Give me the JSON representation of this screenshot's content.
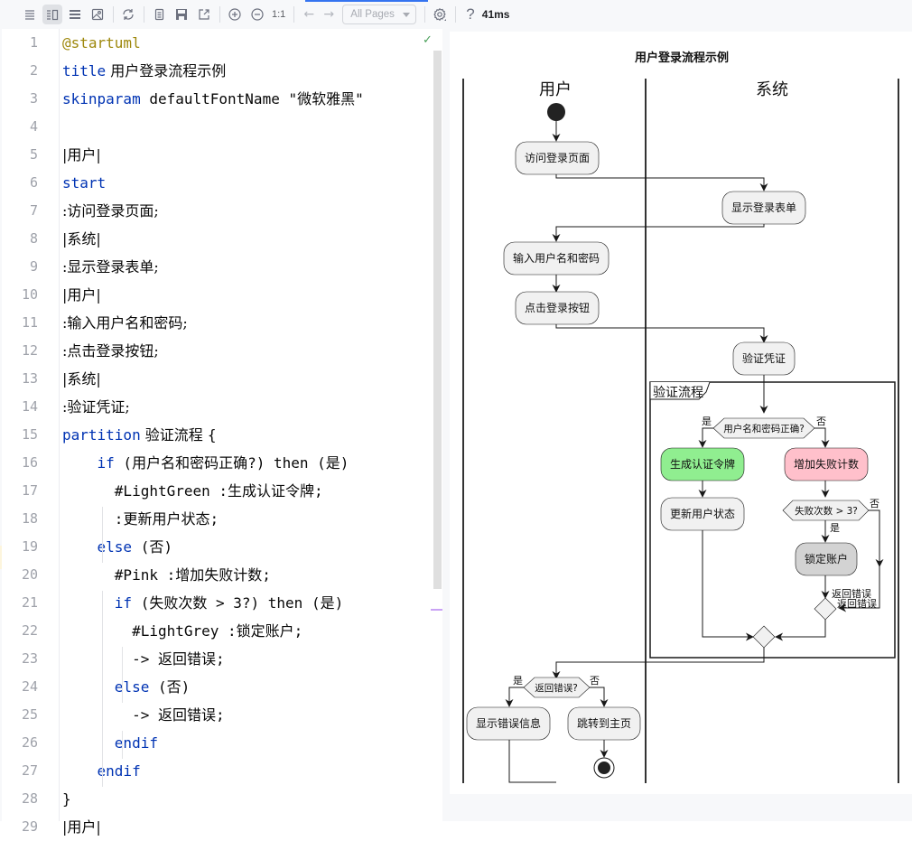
{
  "toolbar": {
    "buttons": [
      {
        "name": "menu-icon"
      },
      {
        "name": "split-view-icon"
      },
      {
        "name": "editor-only-icon"
      },
      {
        "name": "preview-image-icon"
      },
      {
        "name": "refresh-icon"
      },
      {
        "name": "copy-icon"
      },
      {
        "name": "save-icon"
      },
      {
        "name": "open-external-icon"
      },
      {
        "name": "zoom-in-icon"
      },
      {
        "name": "zoom-out-icon"
      }
    ],
    "actual_size_label": "1:1",
    "back_arrow": "←",
    "forward_arrow": "→",
    "pages_select": "All Pages",
    "help": "?",
    "timing": "41ms"
  },
  "editor": {
    "status": "✓",
    "lines": [
      {
        "n": "1",
        "code": [
          {
            "t": "@startuml",
            "c": "ann"
          }
        ]
      },
      {
        "n": "2",
        "code": [
          {
            "t": "title",
            "c": "kw"
          },
          {
            "t": " 用户登录流程示例",
            "c": "cjk"
          }
        ]
      },
      {
        "n": "3",
        "code": [
          {
            "t": "skinparam",
            "c": "kw"
          },
          {
            "t": " defaultFontName \""
          },
          {
            "t": "微软雅黑",
            "c": "cjk"
          },
          {
            "t": "\""
          }
        ]
      },
      {
        "n": "4",
        "code": []
      },
      {
        "n": "5",
        "code": [
          {
            "t": "|用户|",
            "c": "cjk"
          }
        ]
      },
      {
        "n": "6",
        "code": [
          {
            "t": "start",
            "c": "kw"
          }
        ]
      },
      {
        "n": "7",
        "code": [
          {
            "t": ":访问登录页面;",
            "c": "cjk"
          }
        ]
      },
      {
        "n": "8",
        "code": [
          {
            "t": "|系统|",
            "c": "cjk"
          }
        ]
      },
      {
        "n": "9",
        "code": [
          {
            "t": ":显示登录表单;",
            "c": "cjk"
          }
        ]
      },
      {
        "n": "10",
        "code": [
          {
            "t": "|用户|",
            "c": "cjk"
          }
        ]
      },
      {
        "n": "11",
        "code": [
          {
            "t": ":输入用户名和密码;",
            "c": "cjk"
          }
        ]
      },
      {
        "n": "12",
        "code": [
          {
            "t": ":点击登录按钮;",
            "c": "cjk"
          }
        ]
      },
      {
        "n": "13",
        "code": [
          {
            "t": "|系统|",
            "c": "cjk"
          }
        ]
      },
      {
        "n": "14",
        "code": [
          {
            "t": ":验证凭证;",
            "c": "cjk"
          }
        ]
      },
      {
        "n": "15",
        "code": [
          {
            "t": "partition",
            "c": "kw"
          },
          {
            "t": " 验证流程 ",
            "c": "cjk"
          },
          {
            "t": "{"
          }
        ]
      },
      {
        "n": "16",
        "code": [
          {
            "t": "    "
          },
          {
            "t": "if",
            "c": "kw"
          },
          {
            "t": " ("
          },
          {
            "t": "用户名和密码正确",
            "c": "cjk"
          },
          {
            "t": "?) then ("
          },
          {
            "t": "是",
            "c": "cjk"
          },
          {
            "t": ")"
          }
        ]
      },
      {
        "n": "17",
        "code": [
          {
            "t": "      #LightGreen :"
          },
          {
            "t": "生成认证令牌",
            "c": "cjk"
          },
          {
            "t": ";"
          }
        ]
      },
      {
        "n": "18",
        "code": [
          {
            "t": "      :"
          },
          {
            "t": "更新用户状态",
            "c": "cjk"
          },
          {
            "t": ";"
          }
        ]
      },
      {
        "n": "19",
        "code": [
          {
            "t": "    "
          },
          {
            "t": "else",
            "c": "kw"
          },
          {
            "t": " ("
          },
          {
            "t": "否",
            "c": "cjk"
          },
          {
            "t": ")"
          }
        ]
      },
      {
        "n": "20",
        "code": [
          {
            "t": "      #Pink :"
          },
          {
            "t": "增加失败计数",
            "c": "cjk"
          },
          {
            "t": ";"
          }
        ]
      },
      {
        "n": "21",
        "code": [
          {
            "t": "      "
          },
          {
            "t": "if",
            "c": "kw"
          },
          {
            "t": " ("
          },
          {
            "t": "失败次数",
            "c": "cjk"
          },
          {
            "t": " > 3?) then ("
          },
          {
            "t": "是",
            "c": "cjk"
          },
          {
            "t": ")"
          }
        ]
      },
      {
        "n": "22",
        "code": [
          {
            "t": "        #LightGrey :"
          },
          {
            "t": "锁定账户",
            "c": "cjk"
          },
          {
            "t": ";"
          }
        ]
      },
      {
        "n": "23",
        "code": [
          {
            "t": "        -> "
          },
          {
            "t": "返回错误",
            "c": "cjk"
          },
          {
            "t": ";"
          }
        ]
      },
      {
        "n": "24",
        "code": [
          {
            "t": "      "
          },
          {
            "t": "else",
            "c": "kw"
          },
          {
            "t": " ("
          },
          {
            "t": "否",
            "c": "cjk"
          },
          {
            "t": ")"
          }
        ]
      },
      {
        "n": "25",
        "code": [
          {
            "t": "        -> "
          },
          {
            "t": "返回错误",
            "c": "cjk"
          },
          {
            "t": ";"
          }
        ]
      },
      {
        "n": "26",
        "code": [
          {
            "t": "      "
          },
          {
            "t": "endif",
            "c": "kw"
          }
        ]
      },
      {
        "n": "27",
        "code": [
          {
            "t": "    "
          },
          {
            "t": "endif",
            "c": "kw"
          }
        ]
      },
      {
        "n": "28",
        "code": [
          {
            "t": "}"
          }
        ]
      },
      {
        "n": "29",
        "code": [
          {
            "t": "|用户|",
            "c": "cjk"
          }
        ]
      }
    ]
  },
  "diagram": {
    "title": "用户登录流程示例",
    "lanes": [
      "用户",
      "系统"
    ],
    "partition": "验证流程",
    "colors": {
      "activity_fill": "#f1f1f1",
      "light_green": "#90ee90",
      "pink": "#ffc0cb",
      "light_grey": "#d3d3d3",
      "line": "#181818"
    },
    "activities": {
      "visit_login": "访问登录页面",
      "show_form": "显示登录表单",
      "enter_credentials": "输入用户名和密码",
      "click_login": "点击登录按钮",
      "verify": "验证凭证",
      "gen_token": "生成认证令牌",
      "update_status": "更新用户状态",
      "inc_fail": "增加失败计数",
      "lock_account": "锁定账户",
      "show_error": "显示错误信息",
      "goto_home": "跳转到主页"
    },
    "decisions": {
      "credentials_ok": "用户名和密码正确?",
      "fail_count": "失败次数 > 3?",
      "return_error": "返回错误?"
    },
    "labels": {
      "yes": "是",
      "no": "否",
      "return_error_1": "返回错误",
      "return_error_2": "返回错误"
    }
  }
}
